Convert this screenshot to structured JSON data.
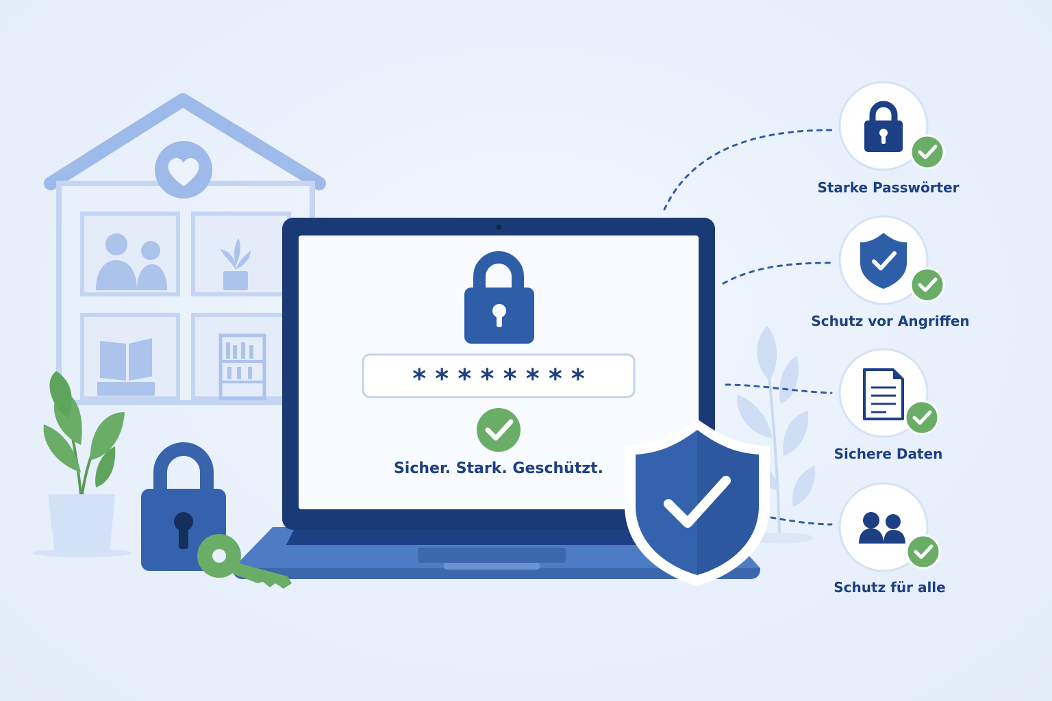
{
  "tagline": "Sicher. Stark. Geschützt.",
  "password_mask": "* * * * * * * *",
  "features": [
    {
      "label": "Starke Passwörter",
      "icon": "padlock-icon"
    },
    {
      "label": "Schutz vor Angriffen",
      "icon": "shield-check-icon"
    },
    {
      "label": "Sichere Daten",
      "icon": "document-icon"
    },
    {
      "label": "Schutz für alle",
      "icon": "users-icon"
    }
  ],
  "colors": {
    "primary": "#2f5ea8",
    "dark_navy": "#183a72",
    "green": "#6aad67",
    "light_blue": "#a7c0ea",
    "background": "#eaf1fc"
  }
}
